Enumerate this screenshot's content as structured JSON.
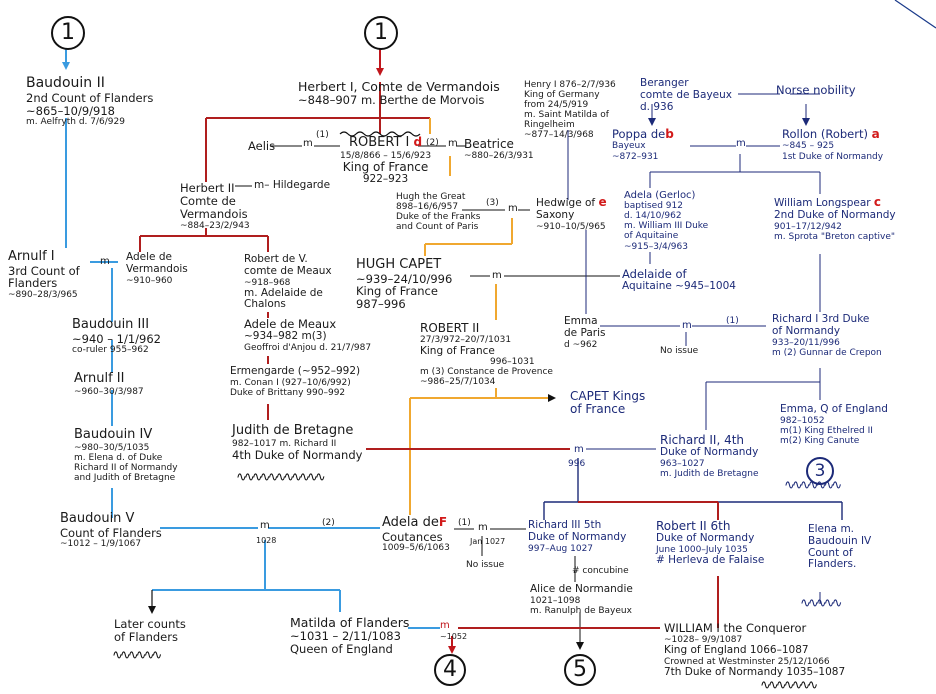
{
  "ref_top_left": "1",
  "ref_top_center": "1",
  "ref_bottom_4": "4",
  "ref_bottom_5": "5",
  "ref_emma": "3",
  "m": "m",
  "people": {
    "baudouin2": [
      "Baudouin II",
      "2nd Count of Flanders",
      "~865–10/9/918",
      "m. Aelfryth d. 7/6/929"
    ],
    "herbert1": [
      "Herbert I, Comte de Vermandois",
      "~848–907 m. Berthe de Morvois"
    ],
    "henry1": [
      "Henry I 876–2/7/936",
      "King of Germany",
      "from 24/5/919",
      "m. Saint Matilda of",
      "Ringelheim",
      "~877–14/3/968"
    ],
    "beranger": [
      "Beranger",
      "comte de Bayeux",
      "d. 936"
    ],
    "norse": [
      "Norse nobility"
    ],
    "aelis": [
      "Aelis"
    ],
    "robert1": [
      "ROBERT I",
      "15/8/866 – 15/6/923",
      "King of France",
      "922–923"
    ],
    "beatrice": [
      "Beatrice",
      "~880–26/3/931"
    ],
    "poppa": [
      "Poppa de",
      "Bayeux",
      "~872–931"
    ],
    "rollon": [
      "Rollon (Robert)",
      "~845 – 925",
      "1st Duke of Normandy"
    ],
    "hildegarde": [
      "m– Hildegarde"
    ],
    "herbert2": [
      "Herbert II",
      "Comte de",
      "Vermandois",
      "~884–23/2/943"
    ],
    "hugh_great": [
      "Hugh the Great",
      "898–16/6/957",
      "Duke of the Franks",
      "and Count of Paris"
    ],
    "hedwige": [
      "Hedwige of",
      "Saxony",
      "~910–10/5/965"
    ],
    "adela_gerloc": [
      "Adela (Gerloc)",
      "baptised 912",
      "d. 14/10/962",
      "m. William III Duke",
      "of Aquitaine",
      "~915–3/4/963"
    ],
    "william_longspear": [
      "William Longspear",
      "2nd Duke of Normandy",
      "901–17/12/942",
      "m. Sprota \"Breton captive\""
    ],
    "arnulf1": [
      "Arnulf I",
      "3rd Count of",
      "Flanders",
      "~890–28/3/965"
    ],
    "adele_vermandois": [
      "Adele de",
      "Vermandois",
      "~910–960"
    ],
    "robert_vermandois": [
      "Robert de V.",
      "comte de Meaux",
      "~918–968",
      "m. Adelaide de",
      "Chalons"
    ],
    "hugh_capet": [
      "HUGH CAPET",
      "~939–24/10/996",
      "King of France",
      "987–996"
    ],
    "adelaide_aquitaine": [
      "Adelaide of",
      "Aquitaine ~945–1004"
    ],
    "baudouin3": [
      "Baudouin III",
      "~940 – 1/1/962",
      "co-ruler 955–962"
    ],
    "adele_meaux": [
      "Adele de Meaux",
      "~934–982 m(3)",
      "Geoffroi d'Anjou d. 21/7/987"
    ],
    "robert2": [
      "ROBERT II",
      "27/3/972–20/7/1031",
      "King of France",
      "996–1031",
      "m (3) Constance de Provence",
      "~986–25/7/1034"
    ],
    "emma_paris": [
      "Emma",
      "de Paris",
      "d ~962"
    ],
    "no_issue_1": [
      "No issue"
    ],
    "richard1": [
      "Richard I 3rd Duke",
      "of Normandy",
      "933–20/11/996",
      "m (2) Gunnar de Crepon"
    ],
    "arnulf2": [
      "Arnulf II",
      "~960–30/3/987"
    ],
    "ermengarde": [
      "Ermengarde (~952–992)",
      "m. Conan I (927–10/6/992)",
      "Duke of Brittany 990–992"
    ],
    "capet_kings": [
      "CAPET Kings",
      "of France"
    ],
    "baudouin4": [
      "Baudouin IV",
      "~980–30/5/1035",
      "m. Elena d. of Duke",
      "Richard II of Normandy",
      "and Judith of Bretagne"
    ],
    "judith": [
      "Judith de Bretagne",
      "982–1017 m. Richard II",
      "4th Duke of Normandy"
    ],
    "richard2": [
      "Richard II, 4th",
      "Duke of Normandy",
      "963–1027",
      "m. Judith de Bretagne"
    ],
    "emma_england": [
      "Emma, Q of England",
      "982–1052",
      "m(1) King Ethelred II",
      "m(2) King Canute"
    ],
    "baudouin5": [
      "Baudouin V",
      "Count of Flanders",
      "~1012 – 1/9/1067"
    ],
    "adela_coutances": [
      "Adela de",
      "Coutances",
      "1009–5/6/1063"
    ],
    "richard3": [
      "Richard III 5th",
      "Duke of Normandy",
      "997–Aug 1027"
    ],
    "no_issue_2": [
      "No issue"
    ],
    "robert2_norm": [
      "Robert II 6th",
      "Duke of Normandy",
      "June 1000–July 1035",
      "# Herleva de Falaise"
    ],
    "elena": [
      "Elena m.",
      "Baudouin IV",
      "Count of",
      "Flanders."
    ],
    "concubine": [
      "# concubine"
    ],
    "alice": [
      "Alice de Normandie",
      "1021–1098",
      "m. Ranulph de Bayeux"
    ],
    "later_counts": [
      "Later counts",
      "of Flanders"
    ],
    "matilda": [
      "Matilda of Flanders",
      "~1031 – 2/11/1083",
      "Queen of England"
    ],
    "william1": [
      "WILLIAM I the Conqueror",
      "~1028– 9/9/1087",
      "King of England 1066–1087",
      "Crowned at Westminster 25/12/1066",
      "7th Duke of Normandy 1035–1087"
    ]
  },
  "marriage_labels": {
    "aelis_robert": "(1)",
    "robert_beatrice": "(2)",
    "hugh_hedwige": "(3)",
    "emma_richard": "(1)",
    "baudouin_adela": "(2)",
    "adela_richard3": "(1)",
    "year_1028": "1028",
    "year_1027": "Jan 1027",
    "year_996": "996",
    "year_1052": "~1052"
  },
  "letter_marks": {
    "robert1": "d",
    "poppa": "b",
    "rollon": "a",
    "hedwige": "e",
    "william_longspear": "c",
    "adela_coutances": "F"
  },
  "colors": {
    "flanders": "#3a9be0",
    "vermandois": "#b01e1e",
    "capet": "#f0a830",
    "normandy": "#1c2a78",
    "paternal": "#c0161c",
    "text": "#1a1a1a"
  }
}
